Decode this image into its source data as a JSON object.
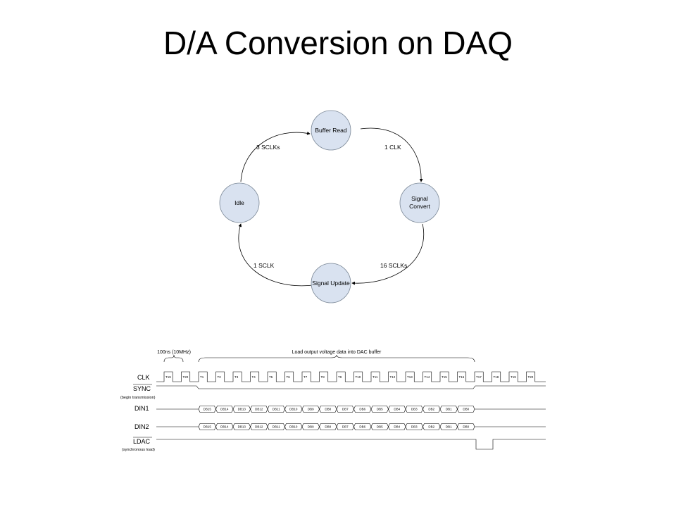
{
  "slide": {
    "title": "D/A Conversion on DAQ"
  },
  "state_machine": {
    "states": [
      {
        "id": "buffer_read",
        "label": "Buffer Read"
      },
      {
        "id": "signal_convert",
        "label_lines": [
          "Signal",
          "Convert"
        ]
      },
      {
        "id": "signal_update",
        "label": "Signal Update"
      },
      {
        "id": "idle",
        "label": "Idle"
      }
    ],
    "transitions": [
      {
        "from": "buffer_read",
        "to": "signal_convert",
        "label": "1 CLK"
      },
      {
        "from": "signal_convert",
        "to": "signal_update",
        "label": "16 SCLKs"
      },
      {
        "from": "signal_update",
        "to": "idle",
        "label": "1 SCLK"
      },
      {
        "from": "idle",
        "to": "buffer_read",
        "label": "3 SCLKs"
      }
    ]
  },
  "timing": {
    "period_note": "100ns (10MHz)",
    "load_note": "Load output voltage data into DAC buffer",
    "signals": {
      "clk": "CLK",
      "sync": "SYNC",
      "sync_sub": "(begin transmission)",
      "din1": "DIN1",
      "din2": "DIN2",
      "ldac": "LDAC",
      "ldac_sub": "(synchronous load)"
    },
    "clock_ticks": [
      "T19",
      "T20",
      "T1",
      "T2",
      "T3",
      "T4",
      "T5",
      "T6",
      "T7",
      "T8",
      "T9",
      "T10",
      "T11",
      "T12",
      "T13",
      "T14",
      "T15",
      "T16",
      "T17",
      "T18",
      "T19",
      "T20"
    ],
    "data_bits": [
      "DB15",
      "DB14",
      "DB13",
      "DB12",
      "DB11",
      "DB10",
      "DB9",
      "DB8",
      "DB7",
      "DB6",
      "DB5",
      "DB4",
      "DB3",
      "DB2",
      "DB1",
      "DB0"
    ]
  }
}
